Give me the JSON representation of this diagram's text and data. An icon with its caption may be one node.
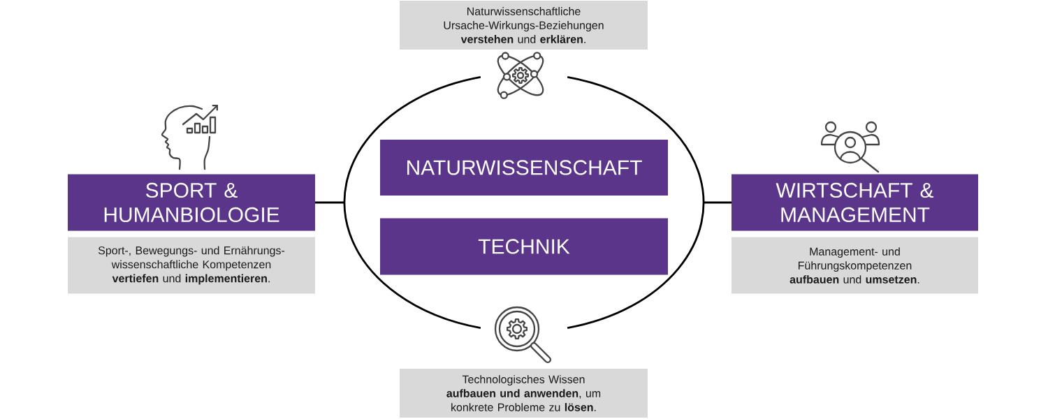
{
  "diagram": {
    "nodes": [
      {
        "text": [
          "Naturwissenschaftliche Ursache-Wirkungs-Beziehungen **verstehen** und **erklären**."
        ]
      },
      {
        "text": [],
        "shape": "ellipse"
      },
      {
        "text": [
          "NATURWISSENSCHAFT"
        ],
        "in": 1
      },
      {
        "text": [
          "TECHNIK"
        ],
        "in": 1
      },
      {
        "text": [
          "SPORT & HUMANBIOLOGIE"
        ]
      },
      {
        "text": [
          "Sport-, Bewegungs- und Ernährungs- wissenschaftliche Kompetenzen **vertiefen** und **implementieren**."
        ]
      },
      {
        "text": [
          "WIRTSCHAFT & MANAGEMENT"
        ]
      },
      {
        "text": [
          "Management- und Führungskompetenzen **aufbauen** und **umsetzen**."
        ]
      },
      {
        "text": [
          "Technologisches Wissen **aufbauen und anwenden**, um konkrete Probleme zu **lösen**."
        ]
      }
    ],
    "edges": [
      {
        "from": 4,
        "to": 1,
        "arrow": "none"
      },
      {
        "from": 1,
        "to": 6,
        "arrow": "none"
      }
    ]
  }
}
